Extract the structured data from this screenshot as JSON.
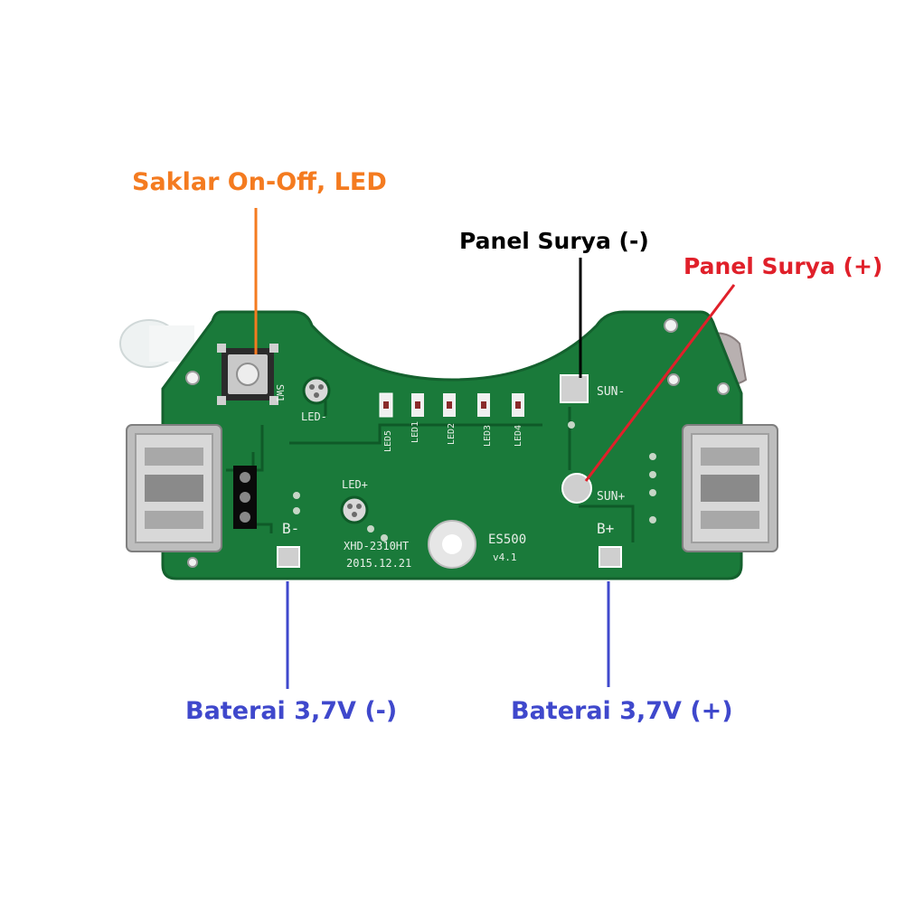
{
  "callouts": {
    "switch": {
      "text": "Saklar On-Off, LED",
      "color": "#f47b20"
    },
    "solar_minus": {
      "text": "Panel Surya (-)",
      "color": "#000000"
    },
    "solar_plus": {
      "text": "Panel Surya (+)",
      "color": "#e0202a"
    },
    "battery_minus": {
      "text": "Baterai 3,7V (-)",
      "color": "#3f48cc"
    },
    "battery_plus": {
      "text": "Baterai 3,7V (+)",
      "color": "#3f48cc"
    }
  },
  "silkscreen": {
    "sw": "SW1",
    "led_minus": "LED-",
    "led_plus": "LED+",
    "sun_minus": "SUN-",
    "sun_plus": "SUN+",
    "b_minus": "B-",
    "b_plus": "B+",
    "part": "XHD-2310HT",
    "date": "2015.12.21",
    "model": "ES500",
    "version": "v4.1",
    "leds": [
      "LED5",
      "LED1",
      "LED2",
      "LED3",
      "LED4"
    ]
  },
  "colors": {
    "pcb": "#1a7a3a",
    "pcb_edge": "#14612e",
    "trace": "#0f5a28",
    "pad": "#c8c8c8"
  }
}
